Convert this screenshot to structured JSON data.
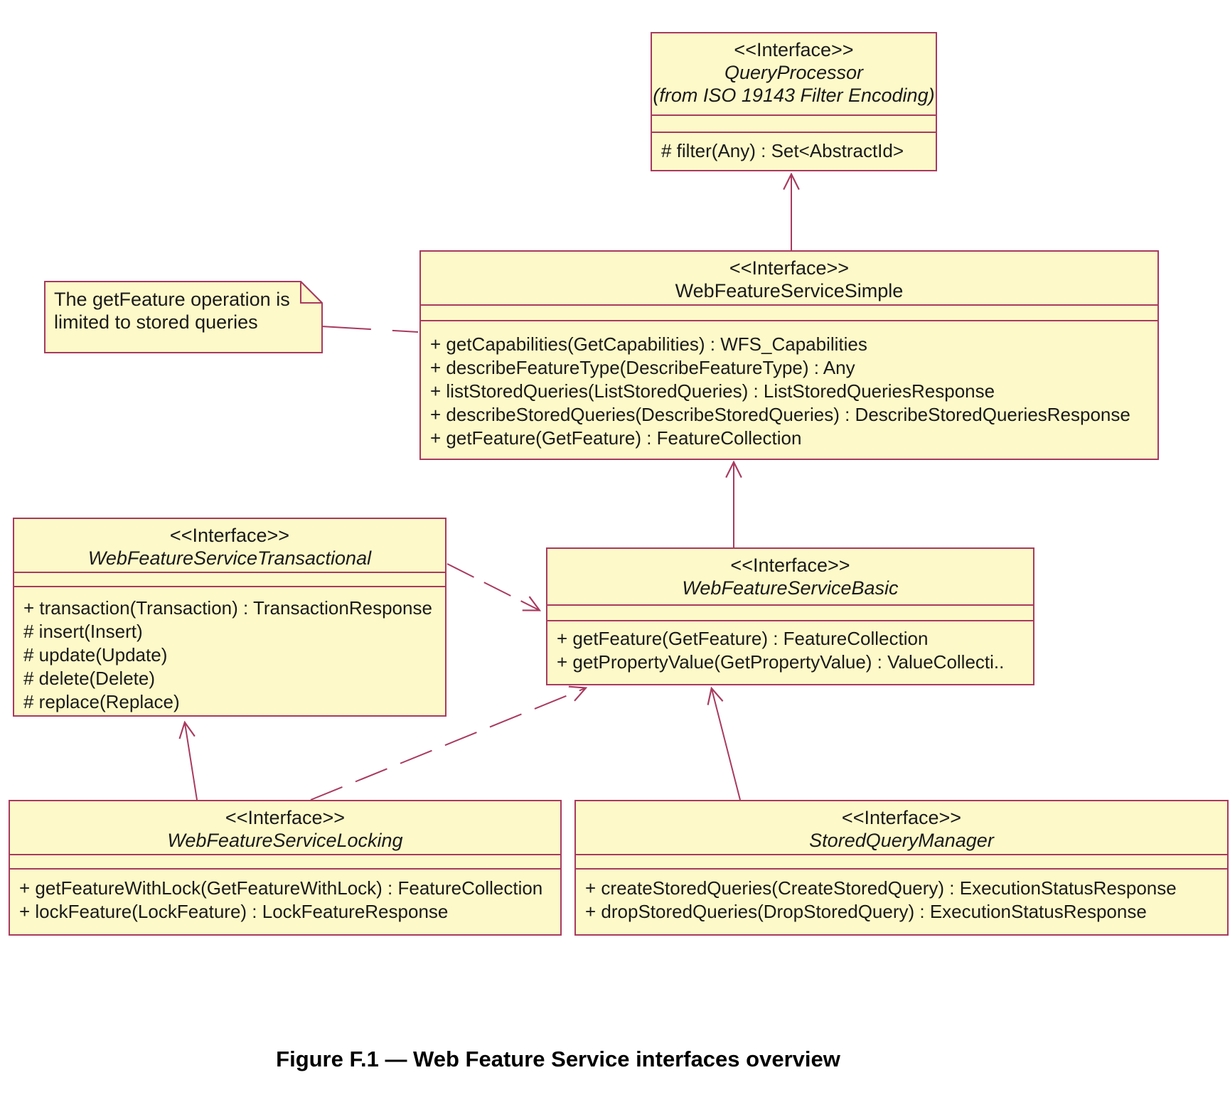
{
  "caption": "Figure F.1 — Web Feature Service interfaces overview",
  "colors": {
    "box_fill": "#fdf9c9",
    "line": "#a83a5f",
    "text": "#1a1a1a"
  },
  "note": {
    "line1": "The getFeature operation is",
    "line2": "limited to stored queries"
  },
  "classes": {
    "queryProcessor": {
      "stereotype": "<<Interface>>",
      "name": "QueryProcessor",
      "subtitle": "(from ISO 19143 Filter Encoding)",
      "methods": [
        "# filter(Any) : Set<AbstractId>"
      ]
    },
    "simple": {
      "stereotype": "<<Interface>>",
      "name": "WebFeatureServiceSimple",
      "methods": [
        "+ getCapabilities(GetCapabilities) : WFS_Capabilities",
        "+ describeFeatureType(DescribeFeatureType) : Any",
        "+ listStoredQueries(ListStoredQueries) : ListStoredQueriesResponse",
        "+ describeStoredQueries(DescribeStoredQueries) : DescribeStoredQueriesResponse",
        "+ getFeature(GetFeature) : FeatureCollection"
      ]
    },
    "transactional": {
      "stereotype": "<<Interface>>",
      "name": "WebFeatureServiceTransactional",
      "methods": [
        "+ transaction(Transaction) : TransactionResponse",
        "# insert(Insert)",
        "# update(Update)",
        "# delete(Delete)",
        "# replace(Replace)"
      ]
    },
    "basic": {
      "stereotype": "<<Interface>>",
      "name": "WebFeatureServiceBasic",
      "methods": [
        "+ getFeature(GetFeature) : FeatureCollection",
        "+ getPropertyValue(GetPropertyValue) : ValueCollecti.."
      ]
    },
    "locking": {
      "stereotype": "<<Interface>>",
      "name": "WebFeatureServiceLocking",
      "methods": [
        "+ getFeatureWithLock(GetFeatureWithLock) : FeatureCollection",
        "+ lockFeature(LockFeature) : LockFeatureResponse"
      ]
    },
    "storedQueryManager": {
      "stereotype": "<<Interface>>",
      "name": "StoredQueryManager",
      "methods": [
        "+ createStoredQueries(CreateStoredQuery) : ExecutionStatusResponse",
        "+ dropStoredQueries(DropStoredQuery) : ExecutionStatusResponse"
      ]
    }
  }
}
